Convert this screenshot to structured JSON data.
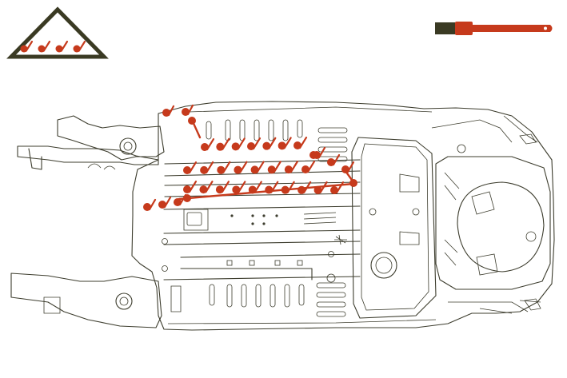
{
  "legend_icon": {
    "name": "spot-weld-symbol-icon",
    "frame_color": "#3a3a23",
    "weld_color": "#c63a1c",
    "weld_count": 4
  },
  "tool_icon": {
    "name": "brush-icon",
    "handle_color": "#c63a1c",
    "bristle_color": "#3a3a23"
  },
  "colors": {
    "line_art": "#3d3d2e",
    "weld_marks": "#c63a1c",
    "background": "#ffffff"
  },
  "weld_seams": [
    {
      "name": "weld-seam-front-short",
      "welds": 2
    },
    {
      "name": "weld-seam-upper-rail",
      "welds": 7
    },
    {
      "name": "weld-seam-upper-rail-extension",
      "welds": 3
    },
    {
      "name": "weld-seam-middle-rail",
      "welds": 8
    },
    {
      "name": "weld-seam-lower-rail",
      "welds": 10
    },
    {
      "name": "weld-seam-front-lower-short",
      "welds": 3
    }
  ]
}
